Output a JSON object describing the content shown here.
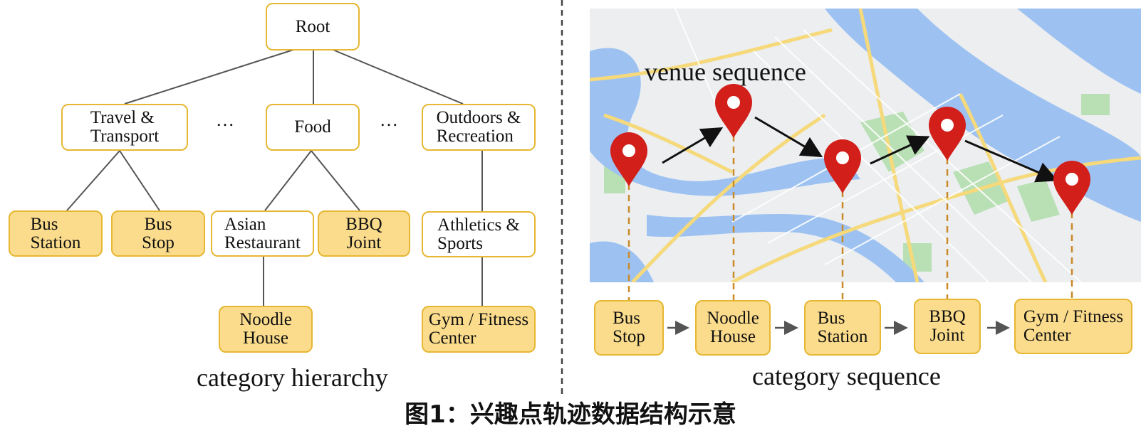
{
  "hierarchy": {
    "root": "Root",
    "level1": [
      "Travel &\nTransport",
      "Food",
      "Outdoors &\nRecreation"
    ],
    "ellipsis": [
      "…",
      "…"
    ],
    "level2": [
      "Bus\nStation",
      "Bus\nStop",
      "Asian\nRestaurant",
      "BBQ\nJoint",
      "Athletics &\nSports"
    ],
    "level3": [
      "Noodle\nHouse",
      "Gym / Fitness\nCenter"
    ],
    "caption": "category hierarchy"
  },
  "sequence": {
    "venue_label": "venue sequence",
    "categories": [
      "Bus\nStop",
      "Noodle\nHouse",
      "Bus\nStation",
      "BBQ\nJoint",
      "Gym / Fitness\nCenter"
    ],
    "arrow": "→",
    "caption": "category sequence"
  },
  "figure_title": "图1：兴趣点轨迹数据结构示意",
  "colors": {
    "node_yellow": "#fbdc8c",
    "node_border": "#e6b733",
    "pin_red": "#d21f1a",
    "water": "#9dc2f2",
    "park": "#b9e0b4",
    "road": "#f5d97a"
  },
  "icons": [
    "map-pin-icon",
    "arrow-right-icon"
  ]
}
